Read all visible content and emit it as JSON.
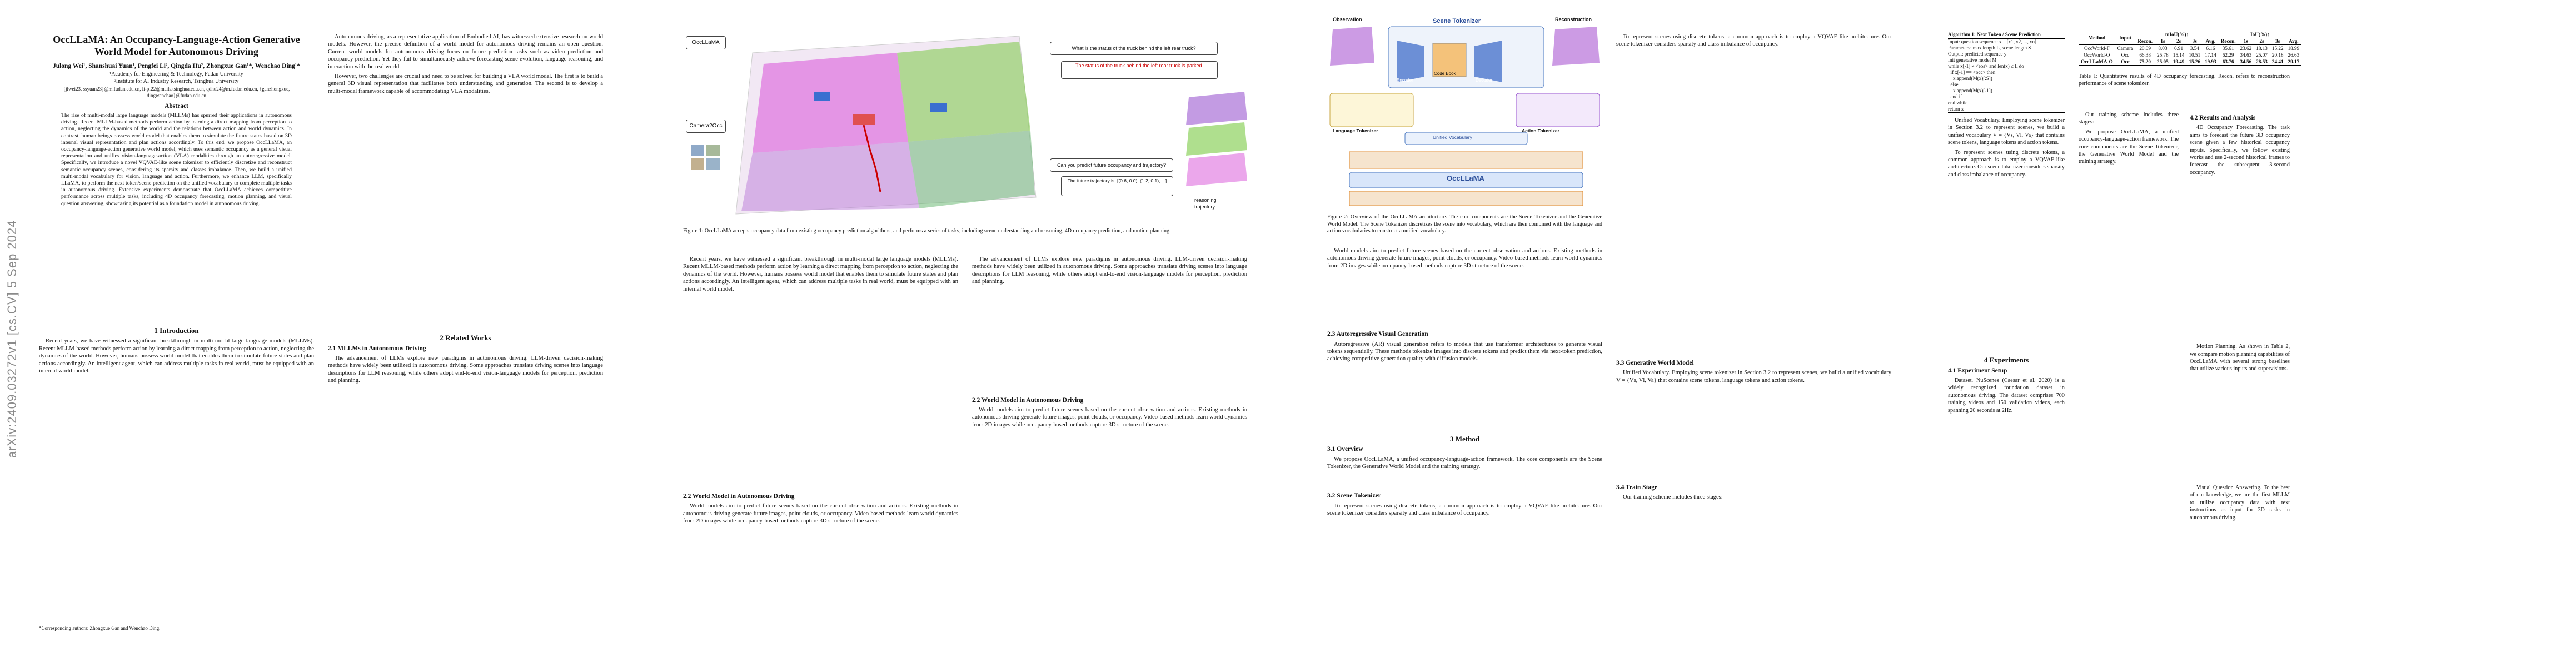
{
  "arxiv_stamp": "arXiv:2409.03272v1  [cs.CV]  5 Sep 2024",
  "paper": {
    "title": "OccLLaMA: An Occupancy-Language-Action Generative World Model for Autonomous Driving",
    "authors": "Julong Wei¹, Shanshuai Yuan¹, Pengfei Li², Qingda Hu², Zhongxue Gan¹*, Wenchao Ding¹*",
    "affil1": "¹Academy for Engineering & Technology, Fudan University",
    "affil2": "²Institute for AI Industry Research, Tsinghua University",
    "emails": "{jlwei23, ssyuan23}@m.fudan.edu.cn, li-pf22@mails.tsinghua.edu.cn, qdhu24@m.fudan.edu.cn, {ganzhongxue, dingwenchao}@fudan.edu.cn",
    "abstract_heading": "Abstract",
    "abstract": "The rise of multi-modal large language models (MLLMs) has spurred their applications in autonomous driving. Recent MLLM-based methods perform action by learning a direct mapping from perception to action, neglecting the dynamics of the world and the relations between action and world dynamics. In contrast, human beings possess world model that enables them to simulate the future states based on 3D internal visual representation and plan actions accordingly. To this end, we propose OccLLaMA, an occupancy-language-action generative world model, which uses semantic occupancy as a general visual representation and unifies vision-language-action (VLA) modalities through an autoregressive model. Specifically, we introduce a novel VQVAE-like scene tokenizer to efficiently discretize and reconstruct semantic occupancy scenes, considering its sparsity and classes imbalance. Then, we build a unified multi-modal vocabulary for vision, language and action. Furthermore, we enhance LLM, specifically LLaMA, to perform the next token/scene prediction on the unified vocabulary to complete multiple tasks in autonomous driving. Extensive experiments demonstrate that OccLLaMA achieves competitive performance across multiple tasks, including 4D occupancy forecasting, motion planning, and visual question answering, showcasing its potential as a foundation model in autonomous driving.",
    "footnote": "*Corresponding authors: Zhongxue Gan and Wenchao Ding."
  },
  "sections": {
    "intro_heading": "1   Introduction",
    "intro_p1": "Recent years, we have witnessed a significant breakthrough in multi-modal large language models (MLLMs). Recent MLLM-based methods perform action by learning a direct mapping from perception to action, neglecting the dynamics of the world. However, humans possess world model that enables them to simulate future states and plan actions accordingly. An intelligent agent, which can address multiple tasks in real world, must be equipped with an internal world model.",
    "intro_p2": "Autonomous driving, as a representative application of Embodied AI, has witnessed extensive research on world models. However, the precise definition of a world model for autonomous driving remains an open question. Current world models for autonomous driving focus on future prediction tasks such as video prediction and occupancy prediction. Yet they fail to simultaneously achieve forecasting scene evolution, language reasoning, and interaction with the real world.",
    "intro_p3": "However, two challenges are crucial and need to be solved for building a VLA world model. The first is to build a general 3D visual representation that facilitates both understanding and generation. The second is to develop a multi-modal framework capable of accommodating VLA modalities.",
    "rw_heading": "2   Related Works",
    "rw_21": "2.1   MLLMs in Autonomous Driving",
    "rw_21_text": "The advancement of LLMs explore new paradigms in autonomous driving. LLM-driven decision-making methods have widely been utilized in autonomous driving. Some approaches translate driving scenes into language descriptions for LLM reasoning, while others adopt end-to-end vision-language models for perception, prediction and planning.",
    "rw_22": "2.2   World Model in Autonomous Driving",
    "rw_22_text": "World models aim to predict future scenes based on the current observation and actions. Existing methods in autonomous driving generate future images, point clouds, or occupancy. Video-based methods learn world dynamics from 2D images while occupancy-based methods capture 3D structure of the scene.",
    "rw_23": "2.3   Autoregressive Visual Generation",
    "rw_23_text": "Autoregressive (AR) visual generation refers to models that use transformer architectures to generate visual tokens sequentially. These methods tokenize images into discrete tokens and predict them via next-token prediction, achieving competitive generation quality with diffusion models.",
    "method_heading": "3   Method",
    "m31": "3.1   Overview",
    "m31_text": "We propose OccLLaMA, a unified occupancy-language-action framework. The core components are the Scene Tokenizer, the Generative World Model and the training strategy.",
    "m32": "3.2   Scene Tokenizer",
    "m32_text": "To represent scenes using discrete tokens, a common approach is to employ a VQVAE-like architecture. Our scene tokenizer considers sparsity and class imbalance of occupancy.",
    "m33": "3.3   Generative World Model",
    "m33_text": "Unified Vocabulary. Employing scene tokenizer in Section 3.2 to represent scenes, we build a unified vocabulary V = {Vs, Vl, Va} that contains scene tokens, language tokens and action tokens.",
    "m34": "3.4   Train Stage",
    "m34_text": "Our training scheme includes three stages:",
    "exp_heading": "4   Experiments",
    "e41": "4.1   Experiment Setup",
    "e41_text": "Dataset. NuScenes (Caesar et al. 2020) is a widely recognized foundation dataset in autonomous driving. The dataset comprises 700 training videos and 150 validation videos, each spanning 20 seconds at 2Hz.",
    "e42": "4.2   Results and Analysis",
    "e42_text": "4D Occupancy Forecasting. The task aims to forecast the future 3D occupancy scene given a few historical occupancy inputs. Specifically, we follow existing works and use 2-second historical frames to forecast the subsequent 3-second occupancy.",
    "e_mp": "Motion Planning. As shown in Table 2, we compare motion planning capabilities of OccLLaMA with several strong baselines that utilize various inputs and supervisions.",
    "e_vqa": "Visual Question Answering. To the best of our knowledge, we are the first MLLM to utilize occupancy data with text instructions as input for 3D tasks in autonomous driving."
  },
  "figure1": {
    "occllama_label": "OccLLaMA",
    "camera_label": "Camera2Occ",
    "question1": "What is the status of the truck behind the left rear truck?",
    "answer1": "The status of the truck behind the left rear truck is parked.",
    "question2": "Can you predict future occupancy and trajectory?",
    "trajectory_label": "The future trajectory is: [(0.6, 0.0), (1.2, 0.1), ...]",
    "reasoning_label": "reasoning",
    "trajectory_label2": "trajectory",
    "caption": "Figure 1: OccLLaMA accepts occupancy data from existing occupancy prediction algorithms, and performs a series of tasks, including scene understanding and reasoning, 4D occupancy prediction, and motion planning."
  },
  "figure2": {
    "observation": "Observation",
    "scene_tokenizer": "Scene Tokenizer",
    "reconstruction": "Reconstruction",
    "encoder": "Encoder",
    "decoder": "Decoder",
    "codebook": "Code Book",
    "language_tokenizer": "Language Tokenizer",
    "action_tokenizer": "Action Tokenizer",
    "unified_vocab": "Unified Vocabulary",
    "occllama": "OccLLaMA",
    "caption": "Figure 2: Overview of the OccLLaMA architecture. The core components are the Scene Tokenizer and the Generative World Model. The Scene Tokenizer discretizes the scene into vocabulary, which are then combined with the language and action vocabularies to construct a unified vocabulary."
  },
  "algorithm": {
    "title": "Algorithm 1: Next Token / Scene Prediction",
    "lines": [
      "Input: question sequence x = [x1, x2, ..., xn]",
      "Parameters: max length L, scene length S",
      "Output: predicted sequence y",
      "Init generative model M",
      "while x[-1] ≠ <eos> and len(x) ≤ L do",
      "  if x[-1] == <occ> then",
      "    x.append(M(x)[:S])",
      "  else",
      "    x.append(M(x)[-1])",
      "  end if",
      "end while",
      "return x"
    ]
  },
  "table1": {
    "headers": [
      "Method",
      "Input",
      "mIoU(%)↑",
      "IoU(%)↑"
    ],
    "subheaders": [
      "Recon.",
      "1s",
      "2s",
      "3s",
      "Avg.",
      "Recon.",
      "1s",
      "2s",
      "3s",
      "Avg."
    ],
    "rows": [
      [
        "OccWorld-F",
        "Camera",
        "20.09",
        "8.03",
        "6.91",
        "3.54",
        "6.16",
        "35.61",
        "23.62",
        "18.13",
        "15.22",
        "18.99"
      ],
      [
        "OccWorld-O",
        "Occ",
        "66.38",
        "25.78",
        "15.14",
        "10.51",
        "17.14",
        "62.29",
        "34.63",
        "25.07",
        "20.18",
        "26.63"
      ],
      [
        "OccLLaMA-O",
        "Occ",
        "75.20",
        "25.05",
        "19.49",
        "15.26",
        "19.93",
        "63.76",
        "34.56",
        "28.53",
        "24.41",
        "29.17"
      ]
    ],
    "caption": "Table 1: Quantitative results of 4D occupancy forecasting. Recon. refers to reconstruction performance of scene tokenizer."
  },
  "colors": {
    "accent": "#cc0000",
    "blue": "#4a78c0",
    "orange": "#e08a2e",
    "magenta": "#cc33cc"
  }
}
